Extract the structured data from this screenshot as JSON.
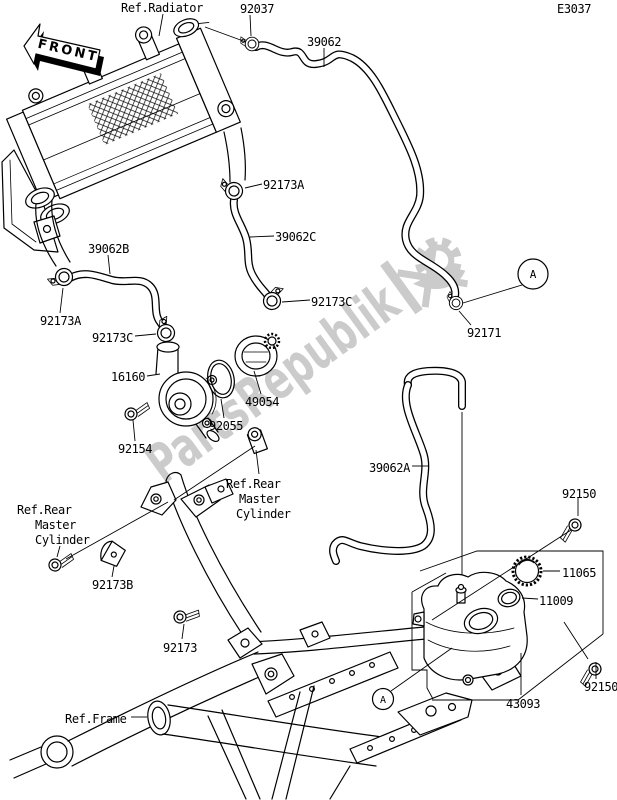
{
  "page_code": "E3037",
  "watermark_text": "PartsRepublik",
  "front_arrow_label": "FRONT",
  "detail_marker_label": "A",
  "callouts": [
    {
      "id": "ref-radiator",
      "text": "Ref.Radiator"
    },
    {
      "id": "92037",
      "text": "92037"
    },
    {
      "id": "39062",
      "text": "39062"
    },
    {
      "id": "92173A-upper",
      "text": "92173A"
    },
    {
      "id": "39062C",
      "text": "39062C"
    },
    {
      "id": "92173C-upper",
      "text": "92173C"
    },
    {
      "id": "39062B",
      "text": "39062B"
    },
    {
      "id": "92173A-left",
      "text": "92173A"
    },
    {
      "id": "92173C-left",
      "text": "92173C"
    },
    {
      "id": "16160",
      "text": "16160"
    },
    {
      "id": "49054",
      "text": "49054"
    },
    {
      "id": "92055",
      "text": "92055"
    },
    {
      "id": "92154",
      "text": "92154"
    },
    {
      "id": "92171",
      "text": "92171"
    },
    {
      "id": "39062A",
      "text": "39062A"
    },
    {
      "id": "92150-upper",
      "text": "92150"
    },
    {
      "id": "11065",
      "text": "11065"
    },
    {
      "id": "11009",
      "text": "11009"
    },
    {
      "id": "43093",
      "text": "43093"
    },
    {
      "id": "92150-lower",
      "text": "92150"
    },
    {
      "id": "92173B",
      "text": "92173B"
    },
    {
      "id": "92173",
      "text": "92173"
    },
    {
      "id": "ref-frame",
      "text": "Ref.Frame"
    }
  ],
  "ref_rear_master_cylinder_left": [
    "Ref.Rear",
    "Master",
    "Cylinder"
  ],
  "ref_rear_master_cylinder_right": [
    "Ref.Rear",
    "Master",
    "Cylinder"
  ]
}
